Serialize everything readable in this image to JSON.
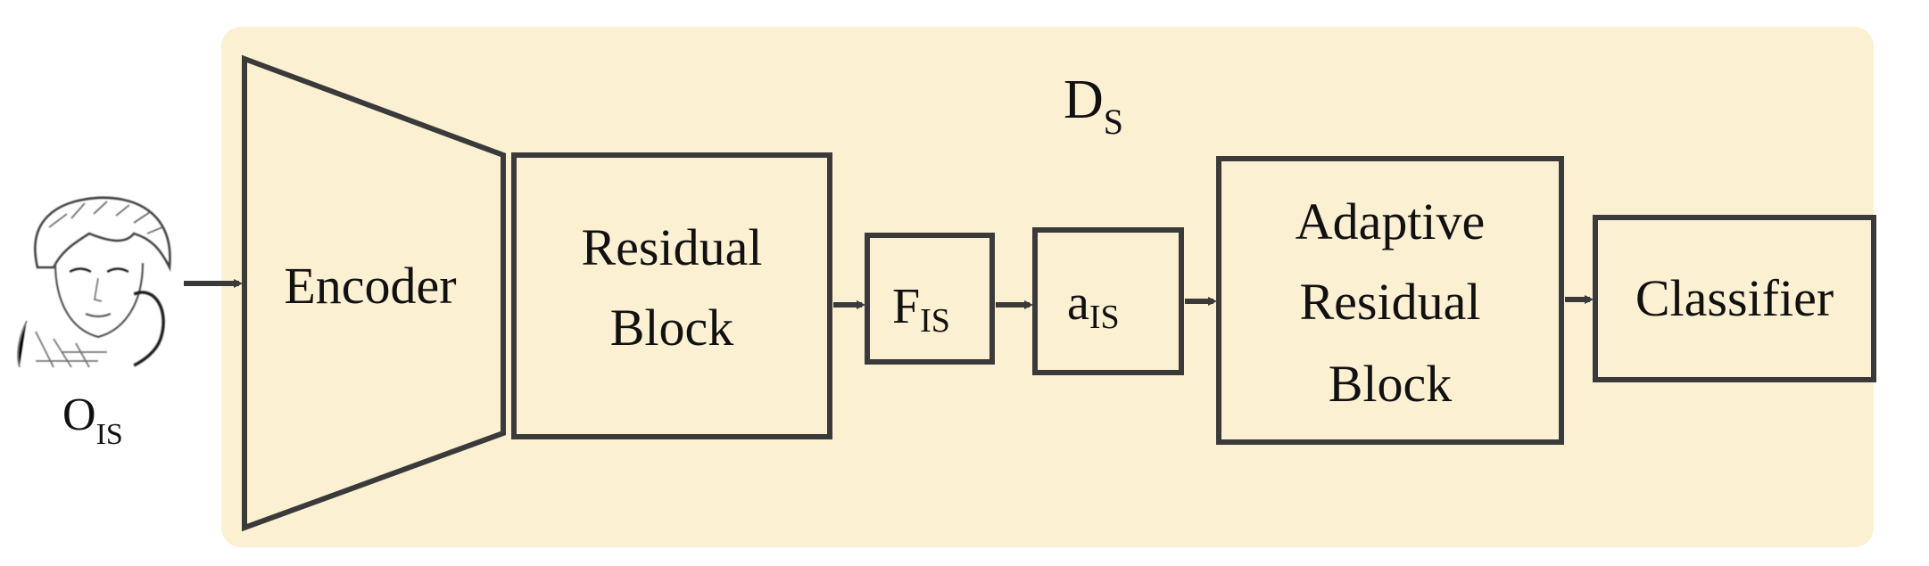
{
  "panel": {
    "title_main": "D",
    "title_sub": "S",
    "background_color": "#fcf0d3"
  },
  "input": {
    "image_description_icon": "sketch-face-image",
    "label_main": "O",
    "label_sub": "IS"
  },
  "blocks": {
    "encoder": "Encoder",
    "residual_line1": "Residual",
    "residual_line2": "Block",
    "f_main": "F",
    "f_sub": "IS",
    "a_main": "a",
    "a_sub": "IS",
    "adaptive_line1": "Adaptive",
    "adaptive_line2": "Residual",
    "adaptive_line3": "Block",
    "classifier": "Classifier"
  },
  "colors": {
    "stroke": "#3a3a3a",
    "text": "#111111"
  }
}
